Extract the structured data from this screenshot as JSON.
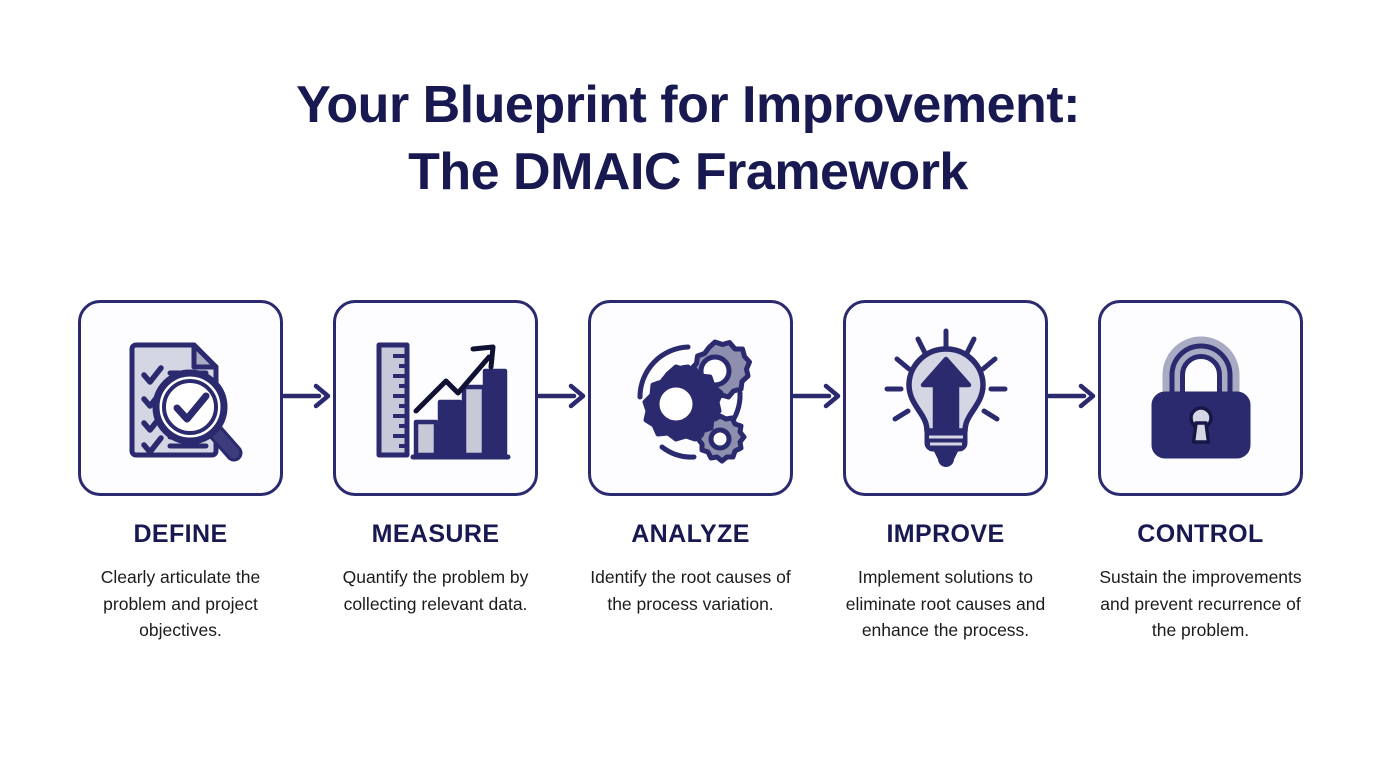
{
  "title": {
    "line1": "Your Blueprint for Improvement:",
    "line2": "The DMAIC Framework"
  },
  "colors": {
    "navy": "#2b2a6e",
    "title_navy": "#191952",
    "light_fill": "#d5d6e3",
    "gray_fill": "#8e8fae",
    "background": "#ffffff",
    "body_text": "#1b1b1b"
  },
  "steps": [
    {
      "label": "DEFINE",
      "description": "Clearly articulate the problem and project objectives.",
      "icon": "checklist-magnifier-icon"
    },
    {
      "label": "MEASURE",
      "description": "Quantify the problem by collecting relevant data.",
      "icon": "ruler-bar-chart-icon"
    },
    {
      "label": "ANALYZE",
      "description": "Identify the root causes of the process variation.",
      "icon": "gears-icon"
    },
    {
      "label": "IMPROVE",
      "description": "Implement solutions to eliminate root causes and enhance the process.",
      "icon": "lightbulb-arrow-icon"
    },
    {
      "label": "CONTROL",
      "description": "Sustain the improvements and prevent recurrence of the problem.",
      "icon": "padlock-icon"
    }
  ],
  "connectors": {
    "icon": "arrow-right-icon",
    "count": 4
  }
}
